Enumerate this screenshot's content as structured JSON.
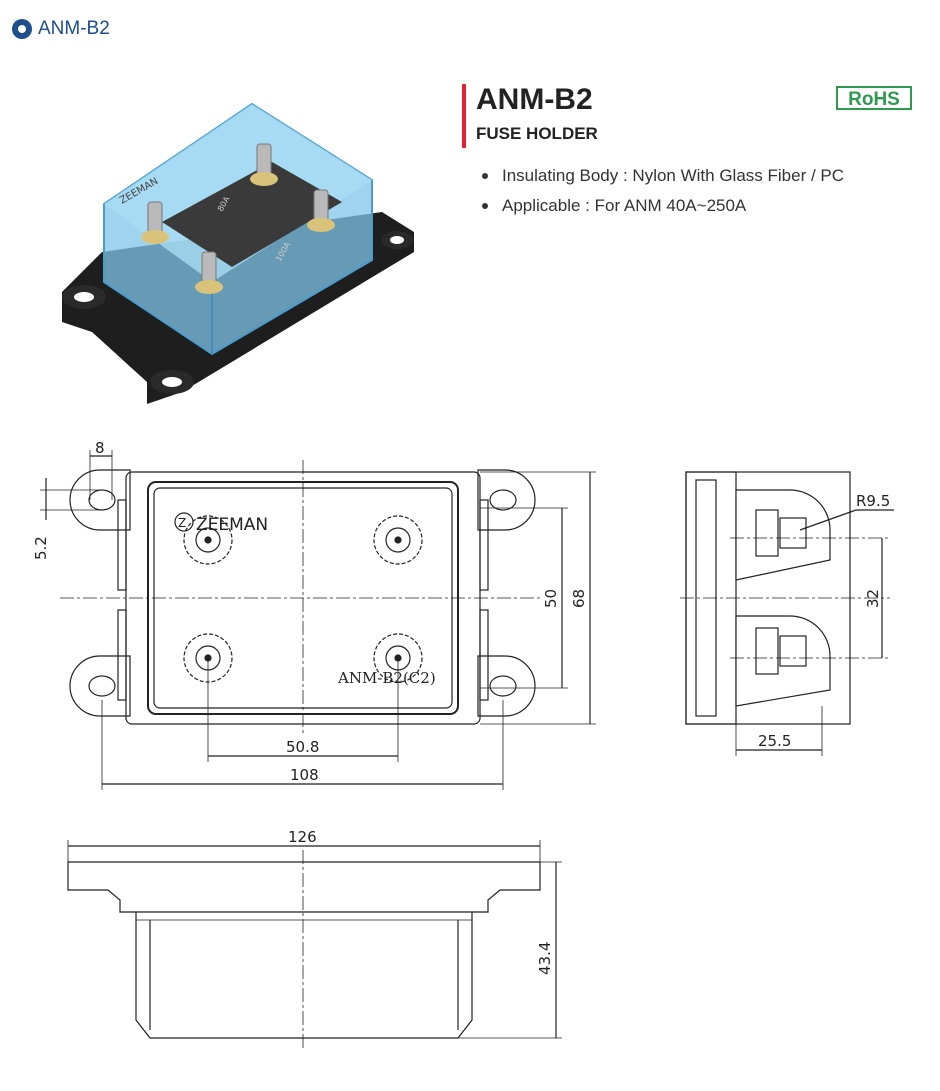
{
  "breadcrumb": {
    "label": "ANM-B2"
  },
  "product": {
    "title": "ANM-B2",
    "subtitle": "FUSE HOLDER",
    "badge": "RoHS",
    "specs": [
      "Insulating Body : Nylon With Glass Fiber / PC",
      "Applicable : For ANM 40A~250A"
    ],
    "photo_labels": {
      "brand": "ZEEMAN",
      "fuse_a": "80A",
      "fuse_b": "100A"
    }
  },
  "drawing": {
    "brand": "ZEEMAN",
    "model": "ANM-B2(C2)",
    "dims": {
      "d8": "8",
      "d5_2": "5.2",
      "d50": "50",
      "d68": "68",
      "d50_8": "50.8",
      "d108": "108",
      "r9_5": "R9.5",
      "d32": "32",
      "d25_5": "25.5",
      "d126": "126",
      "d43_4": "43.4"
    }
  },
  "colors": {
    "accent_red": "#e8212e",
    "brand_blue": "#1c4f8c",
    "rohs_green": "#2f9a4f"
  }
}
